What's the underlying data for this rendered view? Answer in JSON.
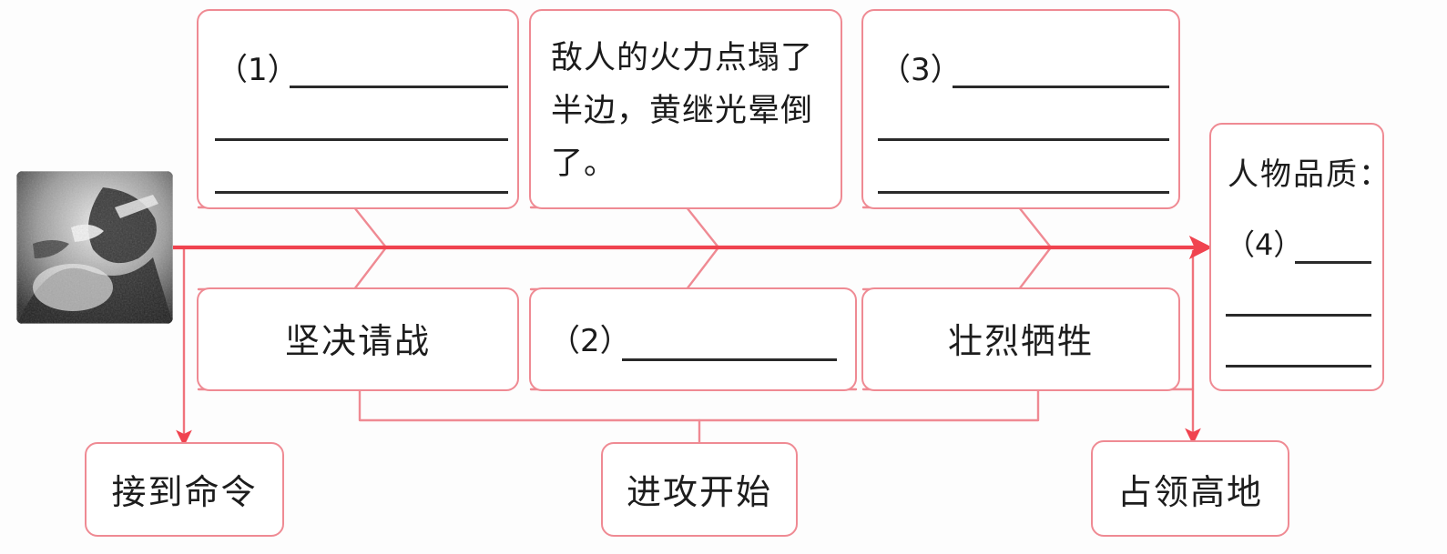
{
  "diagram": {
    "type": "fishbone-flow",
    "accent_color": "#ef8a93",
    "spine_color": "#f0434f",
    "line_color": "#2a2a2a",
    "text_color": "#1b1b1b",
    "background": "#ffffff"
  },
  "photo": {
    "alt_name": "battle-illustration",
    "description": "黑白素描插图"
  },
  "top_boxes": [
    {
      "id": "top-1",
      "number": "（1）",
      "blank_lines": 3,
      "text": ""
    },
    {
      "id": "top-2",
      "number": "",
      "blank_lines": 0,
      "text": "敌人的火力点塌了半边，黄继光晕倒了。"
    },
    {
      "id": "top-3",
      "number": "（3）",
      "blank_lines": 3,
      "text": ""
    }
  ],
  "bottom_boxes": [
    {
      "id": "bot-1",
      "number": "",
      "blank_lines": 0,
      "text": "坚决请战"
    },
    {
      "id": "bot-2",
      "number": "（2）",
      "blank_lines": 1,
      "text": ""
    },
    {
      "id": "bot-3",
      "number": "",
      "blank_lines": 0,
      "text": "壮烈牺牲"
    }
  ],
  "result_panel": {
    "title": "人物品质：",
    "number": "（4）",
    "blank_lines": 3
  },
  "stage_boxes": [
    {
      "id": "stage-1",
      "text": "接到命令"
    },
    {
      "id": "stage-2",
      "text": "进攻开始"
    },
    {
      "id": "stage-3",
      "text": "占领高地"
    }
  ]
}
